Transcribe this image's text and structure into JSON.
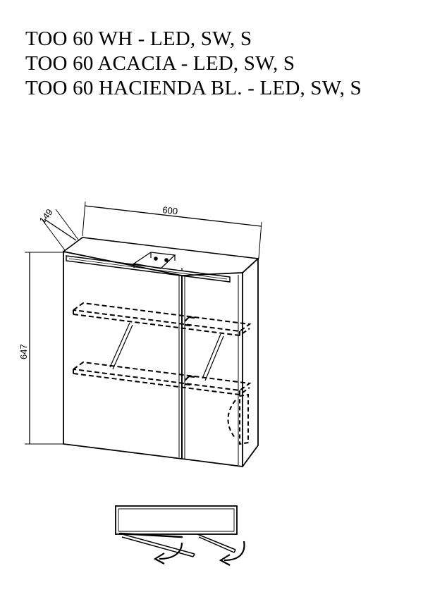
{
  "titles": [
    "TOO 60 WH - LED, SW, S",
    "TOO 60 ACACIA - LED, SW, S",
    "TOO 60 HACIENDA BL. - LED, SW, S"
  ],
  "dimensions": {
    "depth": "149",
    "width": "600",
    "height": "647"
  },
  "colors": {
    "line": "#000000",
    "background": "#ffffff"
  }
}
